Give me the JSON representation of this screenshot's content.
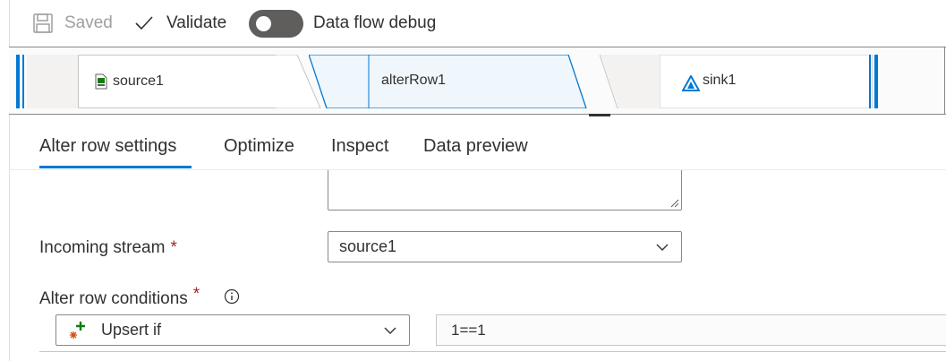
{
  "toolbar": {
    "saved_label": "Saved",
    "validate_label": "Validate",
    "debug_label": "Data flow debug",
    "debug_enabled": false
  },
  "graph": {
    "nodes": [
      {
        "label": "source1",
        "icon": "csv-file-icon",
        "selected": false
      },
      {
        "label": "alterRow1",
        "icon": "",
        "selected": true
      },
      {
        "label": "sink1",
        "icon": "sink-icon",
        "selected": false
      }
    ]
  },
  "tabs": [
    {
      "label": "Alter row settings",
      "active": true
    },
    {
      "label": "Optimize",
      "active": false
    },
    {
      "label": "Inspect",
      "active": false
    },
    {
      "label": "Data preview",
      "active": false
    }
  ],
  "form": {
    "incoming_stream_label": "Incoming stream",
    "incoming_stream_value": "source1",
    "conditions_label": "Alter row conditions",
    "required_mark": "*",
    "condition_type": "Upsert if",
    "condition_expression": "1==1"
  },
  "colors": {
    "accent": "#0078d4",
    "required": "#a4262c",
    "toggle_off": "#605e5c"
  }
}
